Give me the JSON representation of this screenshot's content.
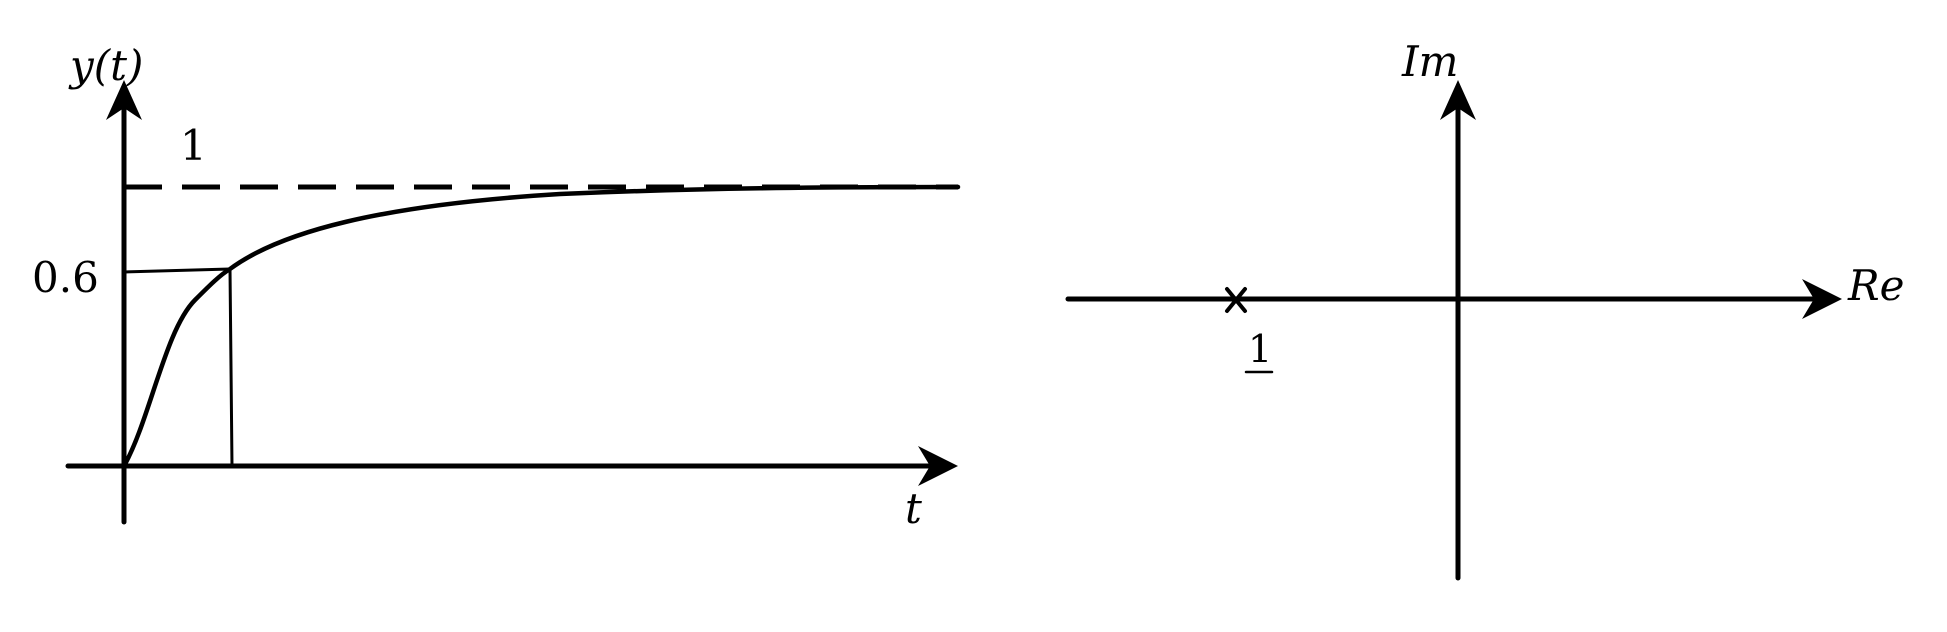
{
  "step_response": {
    "y_axis_label": "y(t)",
    "x_axis_label": "t",
    "level_final_label": "1",
    "level_mark_label": "0.6"
  },
  "pole_map": {
    "imag_axis_label": "Im",
    "real_axis_label": "Re",
    "pole_marker": "×",
    "pole_label": "1"
  }
}
